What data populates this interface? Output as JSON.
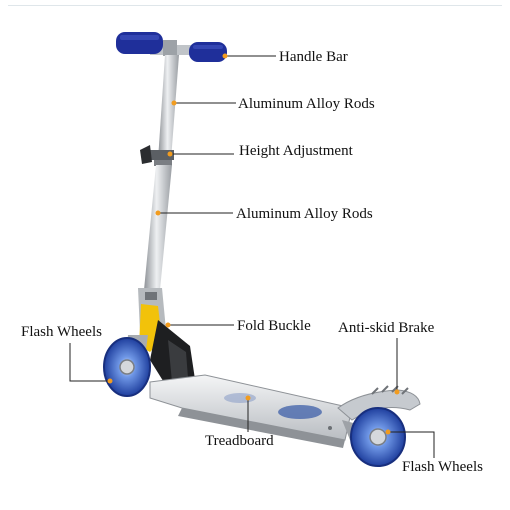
{
  "labels": {
    "handle_bar": "Handle Bar",
    "alloy_rods_upper": "Aluminum Alloy Rods",
    "height_adjustment": "Height Adjustment",
    "alloy_rods_lower": "Aluminum Alloy Rods",
    "fold_buckle": "Fold Buckle",
    "anti_skid_brake": "Anti-skid Brake",
    "flash_wheels_left": "Flash Wheels",
    "treadboard": "Treadboard",
    "flash_wheels_right": "Flash Wheels"
  },
  "colors": {
    "grip": "#1f2f9a",
    "wheel": "#3f6fd0",
    "metal": "#c8ccd0",
    "metal_dark": "#8e9297",
    "accent_yellow": "#f2c20a",
    "leader_dot": "#f29c1f",
    "leader_line": "#222222"
  }
}
